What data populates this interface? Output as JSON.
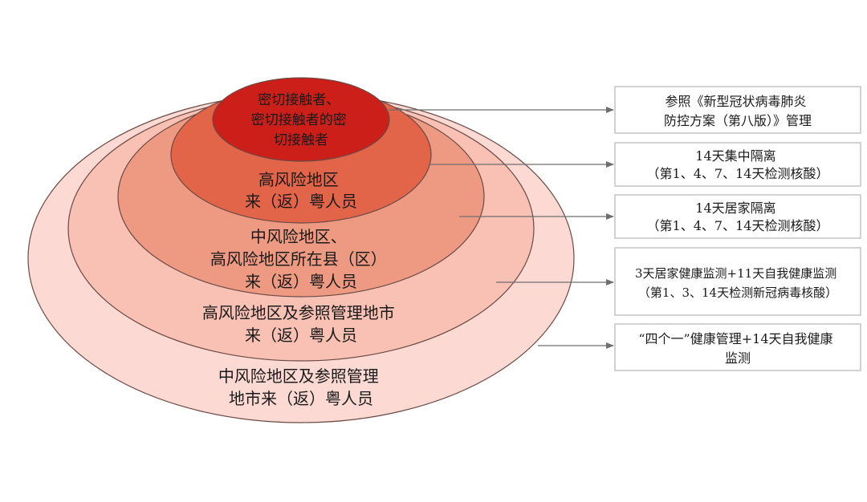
{
  "layers": [
    {
      "id": "layer-1",
      "color": "#FCDAD3",
      "label_lines": [
        "中风险地区及参照管理",
        "地市来（返）粤人员"
      ],
      "measure": {
        "lines": [
          "“四个一”健康管理+14天自我健康",
          "监测"
        ]
      }
    },
    {
      "id": "layer-2",
      "color": "#F8C1B4",
      "label_lines": [
        "高风险地区及参照管理地市",
        "来（返）粤人员"
      ],
      "measure": {
        "lines": [
          "3天居家健康监测+11天自我健康监测",
          "（第1、3、14天检测新冠病毒核酸）"
        ]
      }
    },
    {
      "id": "layer-3",
      "color": "#EE9A82",
      "label_lines": [
        "中风险地区、",
        "高风险地区所在县（区）",
        "来（返）粤人员"
      ],
      "measure": {
        "lines": [
          "14天居家隔离",
          "（第1、4、7、14天检测核酸）"
        ]
      }
    },
    {
      "id": "layer-4",
      "color": "#E26449",
      "label_lines": [
        "高风险地区",
        "来（返）粤人员"
      ],
      "measure": {
        "lines": [
          "14天集中隔离",
          "（第1、4、7、14天检测核酸）"
        ]
      }
    },
    {
      "id": "layer-5",
      "color": "#CC1F1A",
      "label_lines": [
        "密切接触者、",
        "密切接触者的密",
        "切接触者"
      ],
      "measure": {
        "lines": [
          "参照《新型冠状病毒肺炎",
          "防控方案（第八版）》管理"
        ]
      }
    }
  ],
  "colors": {
    "ring_stroke": "#6b4a45",
    "arrow": "#6e6e6e",
    "box_border": "#c4c4c4",
    "text": "#1a1a1a"
  }
}
